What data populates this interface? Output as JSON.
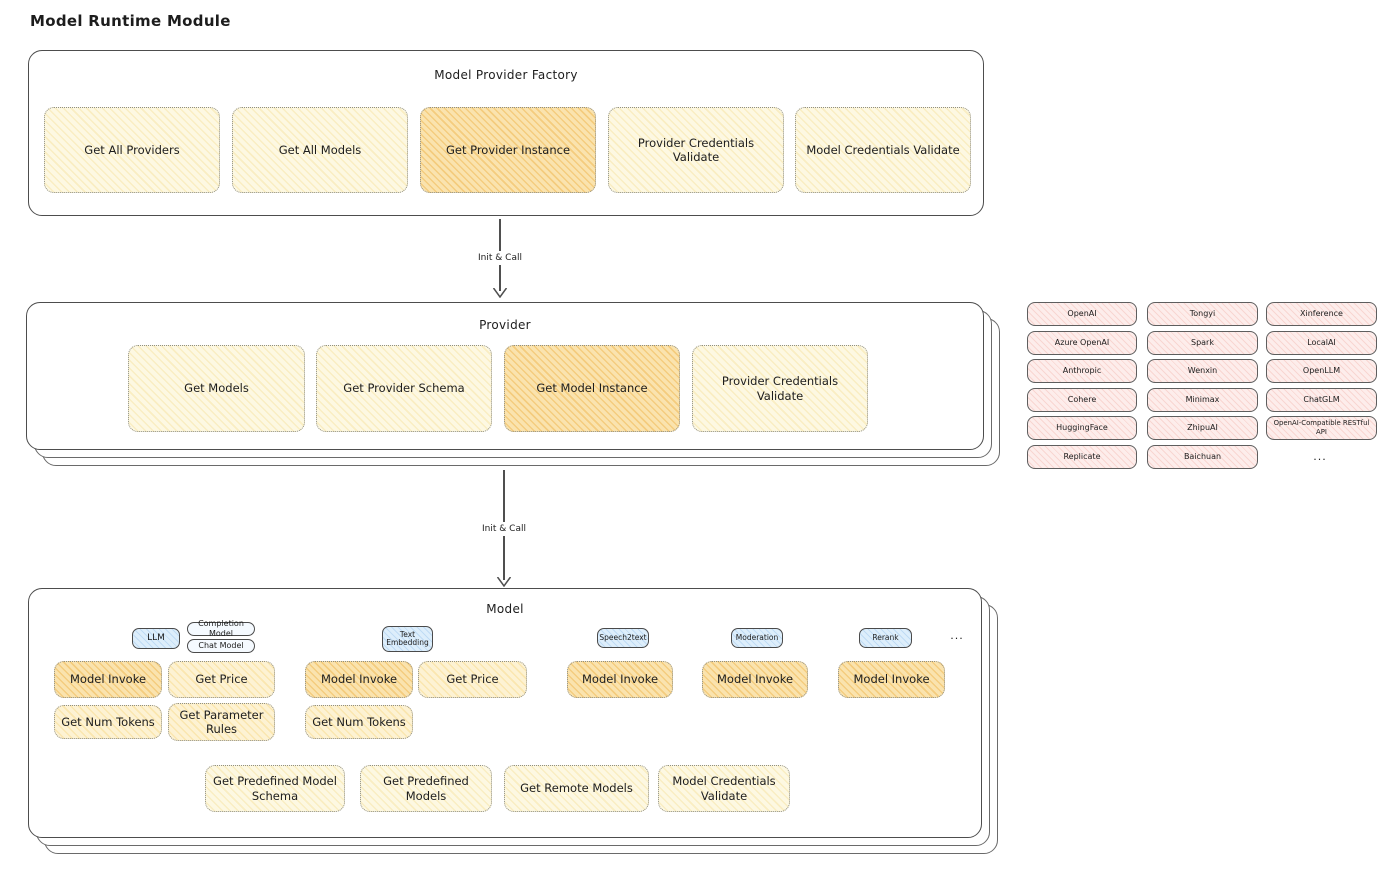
{
  "title": "Model Runtime Module",
  "arrows": {
    "factory_to_provider": "Init & Call",
    "provider_to_model": "Init & Call"
  },
  "factory": {
    "title": "Model Provider Factory",
    "items": [
      "Get All Providers",
      "Get All Models",
      "Get Provider Instance",
      "Provider Credentials Validate",
      "Model Credentials Validate"
    ]
  },
  "provider": {
    "title": "Provider",
    "items": [
      "Get Models",
      "Get Provider Schema",
      "Get Model Instance",
      "Provider Credentials Validate"
    ]
  },
  "providers": {
    "col1": [
      "OpenAI",
      "Azure OpenAI",
      "Anthropic",
      "Cohere",
      "HuggingFace",
      "Replicate"
    ],
    "col2": [
      "Tongyi",
      "Spark",
      "Wenxin",
      "Minimax",
      "ZhipuAI",
      "Baichuan"
    ],
    "col3": [
      "Xinference",
      "LocalAI",
      "OpenLLM",
      "ChatGLM",
      "OpenAI-Compatible RESTful API"
    ],
    "more": "..."
  },
  "model": {
    "title": "Model",
    "tags": {
      "llm": "LLM",
      "completion": "Completion Model",
      "chat": "Chat Model",
      "text_embedding": "Text Embedding",
      "speech2text": "Speech2text",
      "moderation": "Moderation",
      "rerank": "Rerank",
      "more": "..."
    },
    "ops": {
      "llm_invoke": "Model Invoke",
      "llm_price": "Get Price",
      "llm_tokens": "Get Num Tokens",
      "llm_rules": "Get Parameter Rules",
      "te_invoke": "Model Invoke",
      "te_price": "Get Price",
      "te_tokens": "Get Num Tokens",
      "s2t_invoke": "Model Invoke",
      "mod_invoke": "Model Invoke",
      "rerank_invoke": "Model Invoke",
      "predefined_schema": "Get Predefined Model Schema",
      "predefined_models": "Get Predefined Models",
      "remote_models": "Get Remote Models",
      "credentials_validate": "Model Credentials Validate"
    }
  },
  "colors": {
    "node_cream": "#fdf8e2",
    "node_highlight": "#fae3ae",
    "provider_pink": "#fdedeb",
    "tag_blue": "#ddeefb",
    "stroke": "#4d4d4d"
  }
}
